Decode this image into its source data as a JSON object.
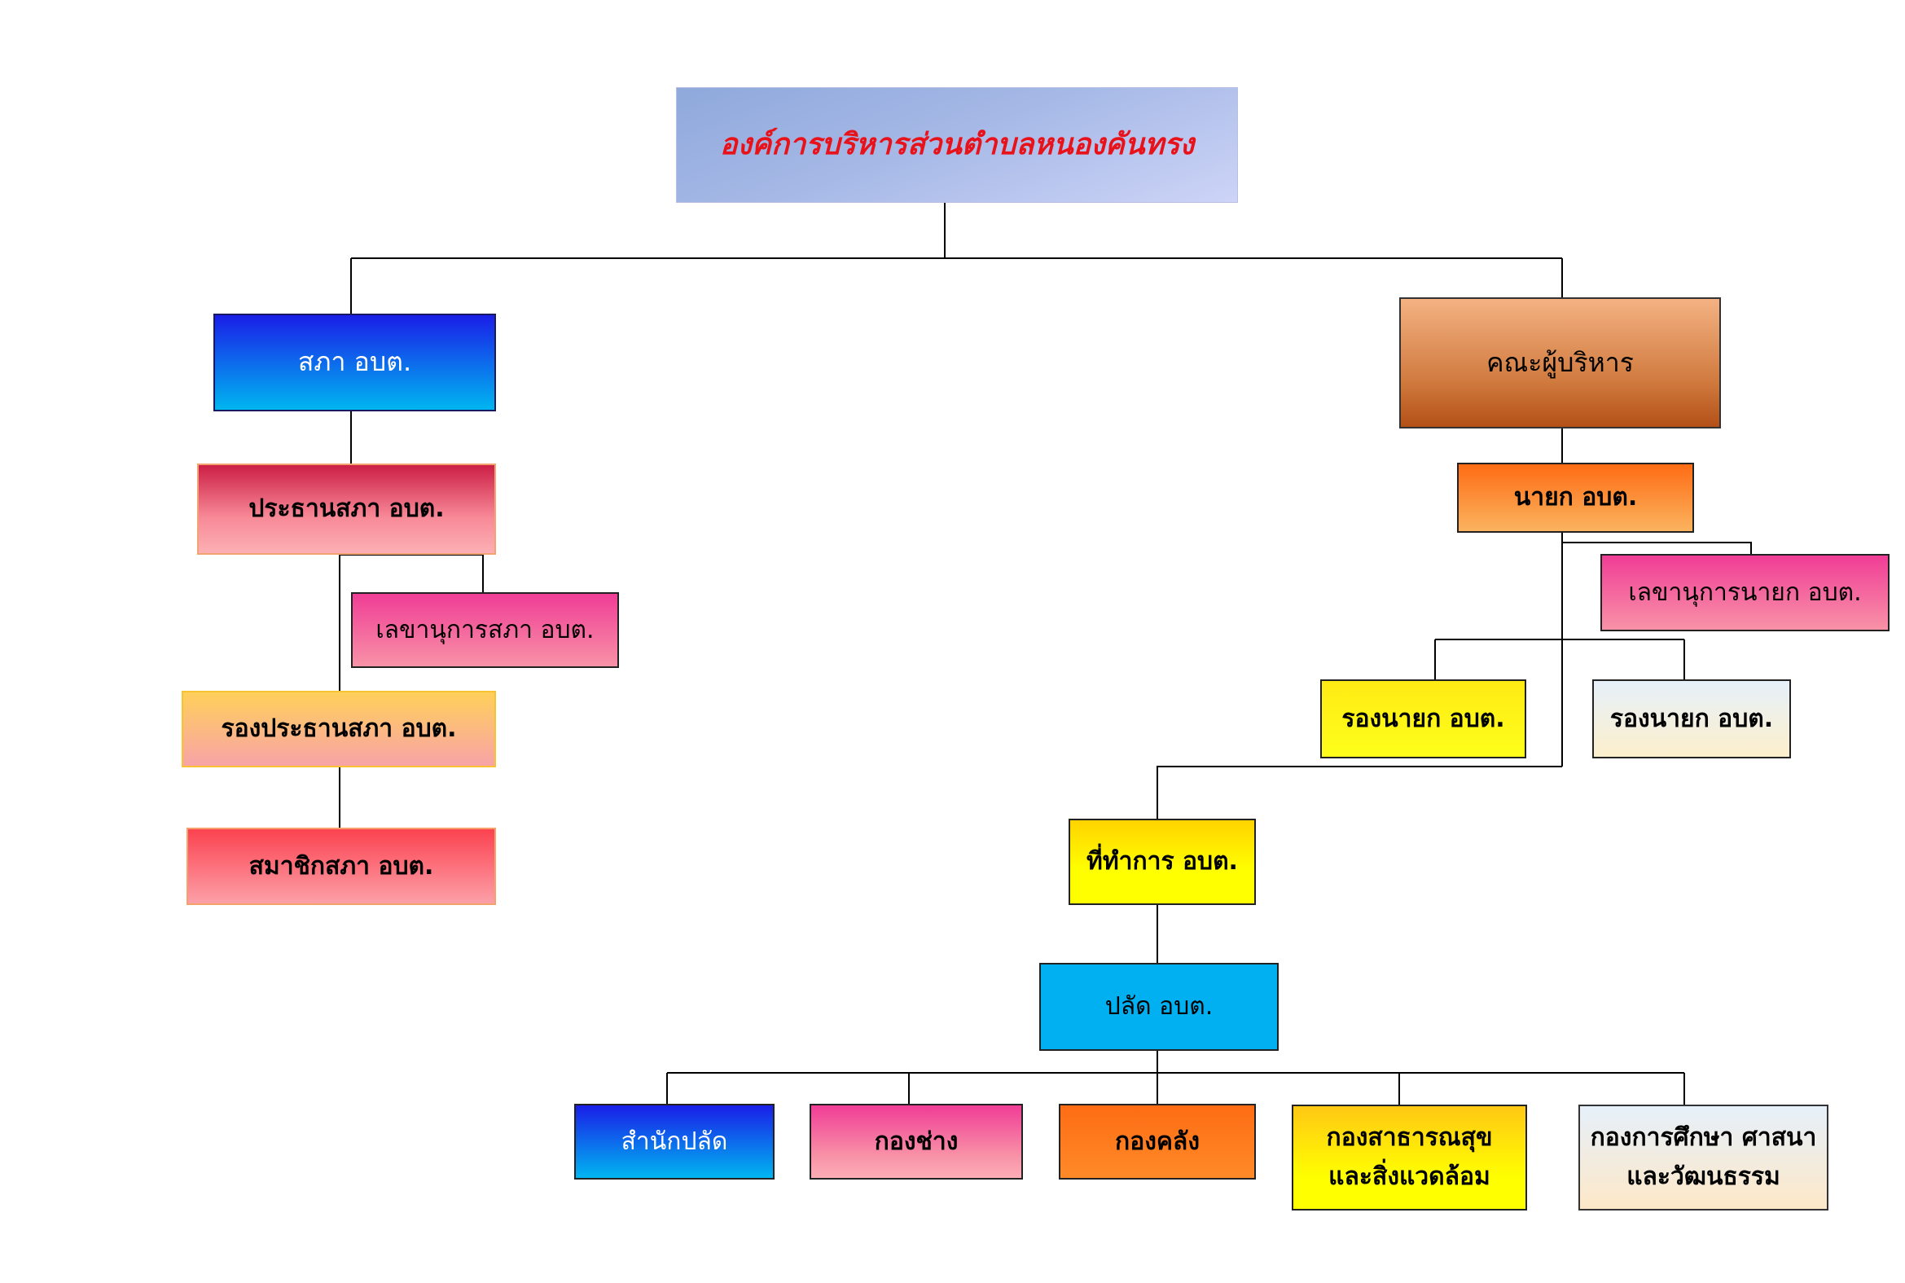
{
  "title": "องค์การบริหารส่วนตำบลหนองคันทรง",
  "nodes": {
    "sapha": "สภา อบต.",
    "prathan_sapha": "ประธานสภา อบต.",
    "lekha_sapha": "เลขานุการสภา อบต.",
    "rong_prathan_sapha": "รองประธานสภา อบต.",
    "samachik_sapha": "สมาชิกสภา อบต.",
    "khana_phuborihan": "คณะผู้บริหาร",
    "nayok": "นายก อบต.",
    "lekha_nayok": "เลขานุการนายก อบต.",
    "rong_nayok_1": "รองนายก อบต.",
    "rong_nayok_2": "รองนายก อบต.",
    "thitham_kan": "ที่ทำการ อบต.",
    "palat": "ปลัด อบต.",
    "samnak_palat": "สำนักปลัด",
    "kong_chang": "กองช่าง",
    "kong_khlang": "กองคลัง",
    "kong_satharanasuk": "กองสาธารณสุข\nและสิ่งแวดล้อม",
    "kong_kansuksa": "กองการศึกษา ศาสนา\nและวัฒนธรรม"
  },
  "colors": {
    "title_text": "#e8121b",
    "connector": "#000000"
  }
}
